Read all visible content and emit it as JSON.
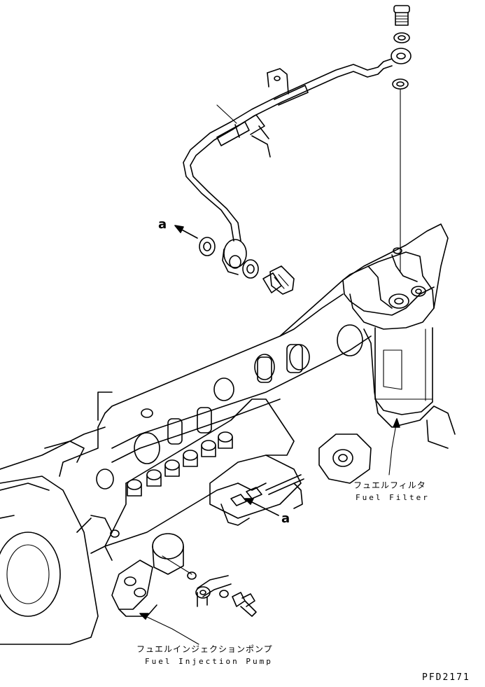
{
  "diagram": {
    "type": "parts-exploded-view",
    "line_color": "#000000",
    "background": "#ffffff"
  },
  "labels": {
    "fuel_filter_jp": "フュエルフィルタ",
    "fuel_filter_en": "Fuel Filter",
    "injection_pump_jp": "フュエルインジェクションポンプ",
    "injection_pump_en": "Fuel Injection Pump",
    "ref_a_top": "a",
    "ref_a_bottom": "a",
    "drawing_code": "PFD2171"
  }
}
